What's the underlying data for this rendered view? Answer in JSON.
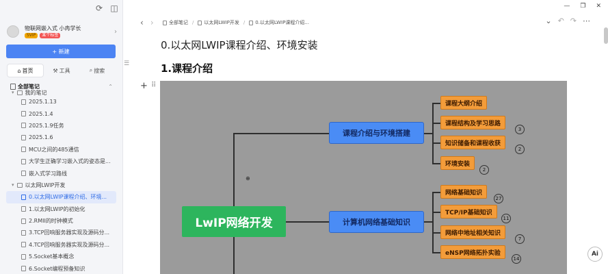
{
  "sidebar": {
    "profile": {
      "name": "物联网嵌入式 小冉学长",
      "badge_vip": "SVIP",
      "badge_red": "某个标签"
    },
    "new_button": "+ 新建",
    "tabs": [
      {
        "label": "首页",
        "icon": "home-icon"
      },
      {
        "label": "工具",
        "icon": "tools-icon"
      },
      {
        "label": "搜索",
        "icon": "search-icon"
      }
    ],
    "tree_header": "全部笔记",
    "tree_items": [
      {
        "label": "我的笔记",
        "type": "folder"
      },
      {
        "label": "2025.1.13",
        "type": "doc"
      },
      {
        "label": "2025.1.4",
        "type": "doc"
      },
      {
        "label": "2025.1.9任务",
        "type": "doc"
      },
      {
        "label": "2025.1.6",
        "type": "doc"
      },
      {
        "label": "MCU之间的485通信",
        "type": "doc"
      },
      {
        "label": "大学生正确学习嵌入式的姿态是...",
        "type": "doc"
      },
      {
        "label": "嵌入式学习路线",
        "type": "doc"
      },
      {
        "label": "以太网LWIP开发",
        "type": "folder"
      },
      {
        "label": "0.以太网LWIP课程介绍、环境...",
        "type": "doc",
        "active": true
      },
      {
        "label": "1.以太网LWIP的初始化",
        "type": "doc"
      },
      {
        "label": "2.RMII的时钟模式",
        "type": "doc"
      },
      {
        "label": "3.TCP回响服务器实现及源码分...",
        "type": "doc"
      },
      {
        "label": "4.TCP回响服务器实现及源码分...",
        "type": "doc"
      },
      {
        "label": "5.Socket基本概念",
        "type": "doc"
      },
      {
        "label": "6.Socket编程预备知识",
        "type": "doc"
      }
    ]
  },
  "toolbar": {
    "breadcrumb": [
      "全部笔记",
      "以太网LWIP开发",
      "0.以太网LWIP课程介绍..."
    ]
  },
  "document": {
    "title": "0.以太网LWIP课程介绍、环境安装",
    "heading": "1.课程介绍"
  },
  "mindmap": {
    "root": "LwIP网络开发",
    "branches": [
      {
        "label": "课程介绍与环境搭建",
        "children": [
          {
            "label": "课程大纲介绍",
            "count": ""
          },
          {
            "label": "课程结构及学习思路",
            "count": "3"
          },
          {
            "label": "知识储备和课程收获",
            "count": "2"
          },
          {
            "label": "环境安装",
            "count": "2"
          }
        ]
      },
      {
        "label": "计算机网络基础知识",
        "children": [
          {
            "label": "网络基础知识",
            "count": "27"
          },
          {
            "label": "TCP/IP基础知识",
            "count": "11"
          },
          {
            "label": "网络中地址相关知识",
            "count": "7"
          },
          {
            "label": "eNSP网络拓扑实验",
            "count": "14"
          }
        ]
      }
    ]
  },
  "ai_button": "Ai"
}
